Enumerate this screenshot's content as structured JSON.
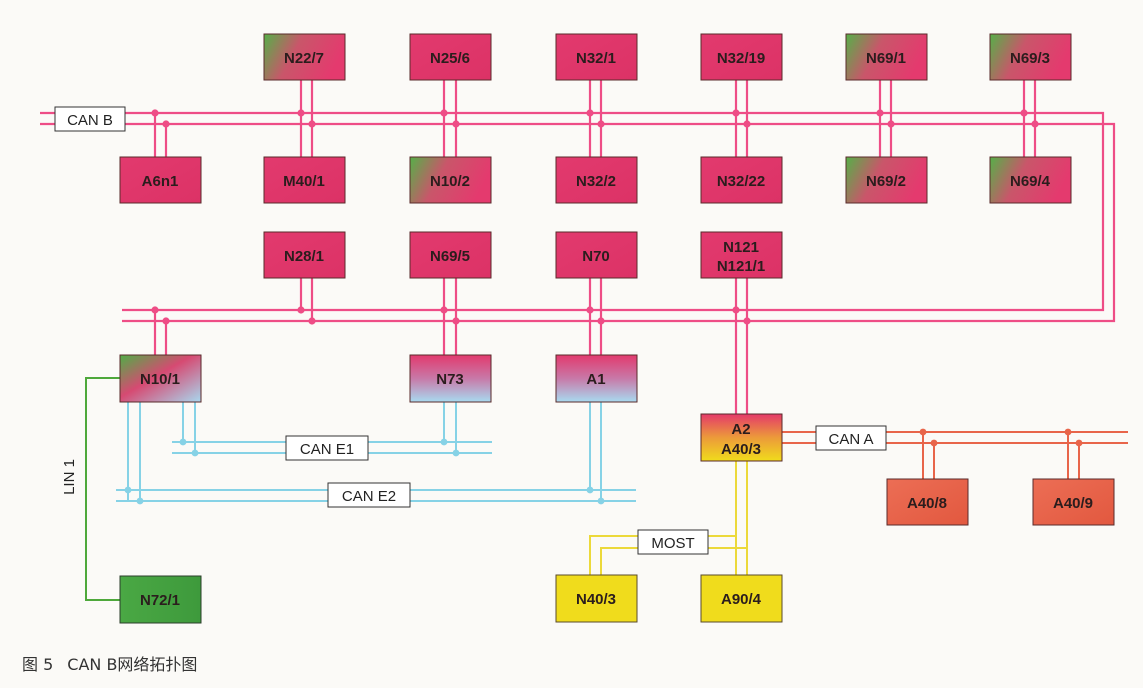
{
  "nodes": {
    "N22_7": "N22/7",
    "N25_6": "N25/6",
    "N32_1": "N32/1",
    "N32_19": "N32/19",
    "N69_1": "N69/1",
    "N69_3": "N69/3",
    "A6n1": "A6n1",
    "M40_1": "M40/1",
    "N10_2": "N10/2",
    "N32_2": "N32/2",
    "N32_22": "N32/22",
    "N69_2": "N69/2",
    "N69_4": "N69/4",
    "N28_1": "N28/1",
    "N69_5": "N69/5",
    "N70": "N70",
    "N121_l1": "N121",
    "N121_l2": "N121/1",
    "N10_1": "N10/1",
    "N73": "N73",
    "A1": "A1",
    "A2_l1": "A2",
    "A2_l2": "A40/3",
    "A40_8": "A40/8",
    "A40_9": "A40/9",
    "N40_3": "N40/3",
    "A90_4": "A90/4",
    "N72_1": "N72/1"
  },
  "buses": {
    "can_b": "CAN B",
    "can_a": "CAN A",
    "can_e1": "CAN E1",
    "can_e2": "CAN E2",
    "most": "MOST",
    "lin1": "LIN 1"
  },
  "caption": {
    "fig": "图 5",
    "title": "CAN B网络拓扑图"
  },
  "colors": {
    "can_b_line": "#ee4d86",
    "can_a_line": "#e8654a",
    "can_e_line": "#86d2e6",
    "most_line": "#ecd93a",
    "lin_line": "#4ea83b",
    "node_pink": "#e4366d",
    "node_green": "#4fb04a",
    "node_blue": "#a9daf0",
    "node_orange": "#ea6a52",
    "node_yellow": "#f0dc1c"
  }
}
